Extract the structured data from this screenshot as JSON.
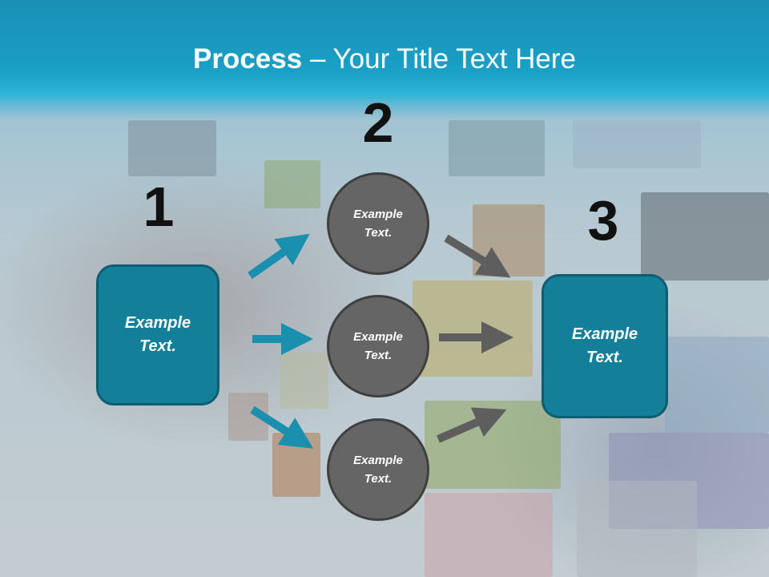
{
  "title": {
    "bold": "Process",
    "rest": " – Your Title Text Here"
  },
  "steps": {
    "one": "1",
    "two": "2",
    "three": "3"
  },
  "left_box": {
    "line1": "Example",
    "line2": "Text."
  },
  "circles": [
    {
      "line1": "Example",
      "line2": "Text."
    },
    {
      "line1": "Example",
      "line2": "Text."
    },
    {
      "line1": "Example",
      "line2": "Text."
    }
  ],
  "right_box": {
    "line1": "Example",
    "line2": "Text."
  },
  "colors": {
    "title_band": "#1a9cc2",
    "box_fill": "#137f99",
    "circle_fill": "#656565",
    "arrow_blue": "#1a8fae",
    "arrow_gray": "#5e5e5e"
  }
}
